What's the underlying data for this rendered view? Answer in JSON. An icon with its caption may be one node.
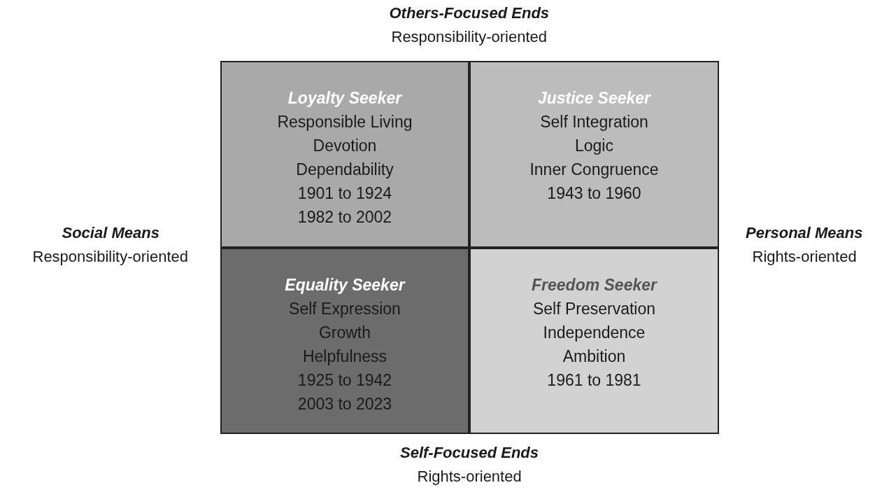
{
  "diagram": {
    "nodes": [
      {
        "text": [
          "Loyalty Seeker",
          "Responsible Living",
          "Devotion",
          "Dependability",
          "1901 to 1924",
          "1982 to 2002"
        ]
      },
      {
        "text": [
          "Justice Seeker",
          "Self Integration",
          "Logic",
          "Inner Congruence",
          "1943 to 1960"
        ]
      },
      {
        "text": [
          "Equality Seeker",
          "Self Expression",
          "Growth",
          "Helpfulness",
          "1925 to 1942",
          "2003 to 2023"
        ]
      },
      {
        "text": [
          "Freedom Seeker",
          "Self Preservation",
          "Independence",
          "Ambition",
          "1961 to 1981"
        ]
      }
    ],
    "edges": [],
    "labels": [
      "Others-Focused Ends",
      "Responsibility-oriented",
      "Social Means",
      "Responsibility-oriented",
      "Personal Means",
      "Rights-oriented",
      "Self-Focused Ends",
      "Rights-oriented"
    ]
  }
}
